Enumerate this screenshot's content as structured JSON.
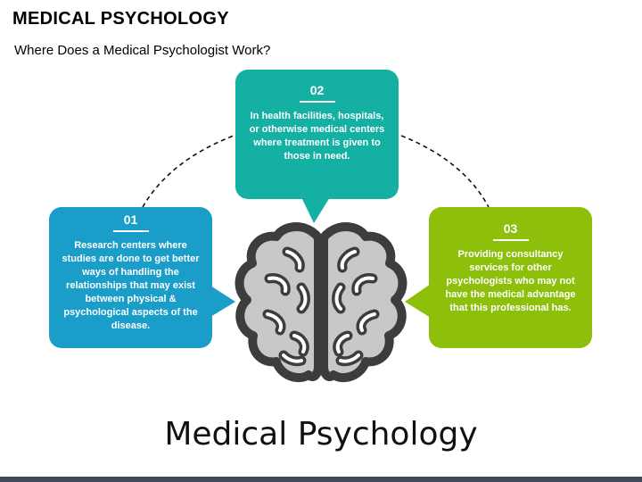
{
  "title": "MEDICAL PSYCHOLOGY",
  "subtitle": "Where Does a Medical Psychologist Work?",
  "colors": {
    "bubble_1": "#1a9dc8",
    "bubble_2": "#14b0a3",
    "bubble_3": "#8dbf0b",
    "brain_fill": "#c8c8c8",
    "brain_outline": "#3d3d3d"
  },
  "bubbles": [
    {
      "number": "01",
      "text": "Research centers where studies are done to get better ways of handling the relationships that may exist between physical & psychological aspects of the disease."
    },
    {
      "number": "02",
      "text": "In health facilities, hospitals, or otherwise medical centers where treatment is given to those in need."
    },
    {
      "number": "03",
      "text": "Providing consultancy services for other psychologists who may not have the medical advantage that this professional has."
    }
  ],
  "caption": "Medical Psychology"
}
